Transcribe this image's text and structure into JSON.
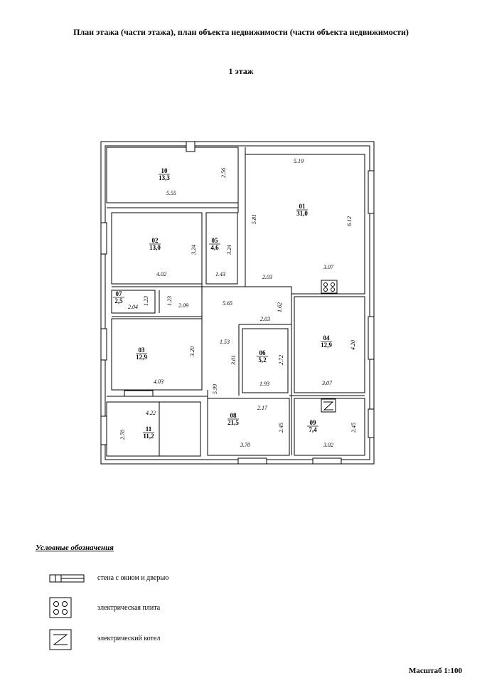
{
  "title": "План этажа (части этажа), план объекта недвижимости (части объекта недвижимости)",
  "subtitle": "1 этаж",
  "rooms": [
    {
      "num": "01",
      "area": "31,0"
    },
    {
      "num": "02",
      "area": "13,0"
    },
    {
      "num": "03",
      "area": "12,9"
    },
    {
      "num": "04",
      "area": "12,9"
    },
    {
      "num": "05",
      "area": "4,6"
    },
    {
      "num": "06",
      "area": "5,2"
    },
    {
      "num": "07",
      "area": "2,5"
    },
    {
      "num": "08",
      "area": "21,5"
    },
    {
      "num": "09",
      "area": "7,4"
    },
    {
      "num": "10",
      "area": "13,3"
    },
    {
      "num": "11",
      "area": "11,2"
    }
  ],
  "dimensions": [
    "5.19",
    "5.81",
    "6.12",
    "2.03",
    "3.07",
    "2.56",
    "5.55",
    "3.24",
    "4.02",
    "3.24",
    "1.43",
    "1.23",
    "2.04",
    "1.23",
    "2.09",
    "5.65",
    "1.62",
    "2.03",
    "1.53",
    "3.01",
    "2.72",
    "1.93",
    "3.20",
    "4.03",
    "4.20",
    "3.07",
    "5.99",
    "2.17",
    "4.22",
    "2.70",
    "2.45",
    "3.70",
    "2.45",
    "3.02"
  ],
  "legend": {
    "title": "Условные обозначения",
    "items": [
      {
        "label": "стена с окном и дверью",
        "icon": "wall-window-door-icon"
      },
      {
        "label": "электрическая плита",
        "icon": "electric-stove-icon"
      },
      {
        "label": "электрический котел",
        "icon": "electric-boiler-icon"
      }
    ]
  },
  "scale": "Масштаб 1:100"
}
